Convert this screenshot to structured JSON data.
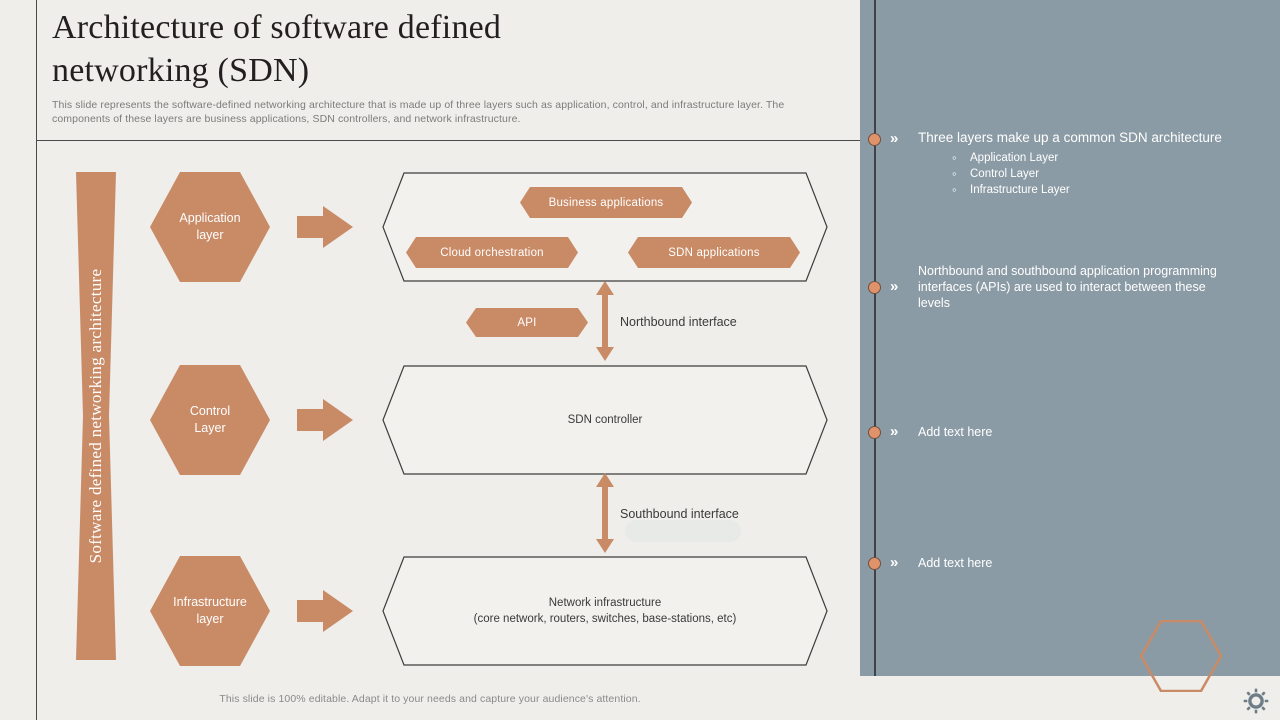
{
  "slide": {
    "title": "Architecture of software defined networking (SDN)",
    "subtitle": "This slide represents the software-defined networking architecture that is made up of three layers such as application, control, and infrastructure layer. The components of these layers are business applications, SDN controllers, and network infrastructure.",
    "footer": "This slide is 100% editable. Adapt it to your needs and capture your audience's attention."
  },
  "colors": {
    "accent": "#c98a66",
    "accent_light": "#e0926a",
    "panel": "#8b9ba5",
    "background": "#efeeea",
    "outline": "#4a4a4a",
    "text_dark": "#231f20"
  },
  "banner": {
    "label": "Software defined networking architecture"
  },
  "diagram": {
    "layers": [
      {
        "hex_label_line1": "Application",
        "hex_label_line2": "layer",
        "box_items": [
          {
            "label": "Business applications"
          },
          {
            "label": "Cloud orchestration"
          },
          {
            "label": "SDN applications"
          }
        ]
      },
      {
        "hex_label_line1": "Control",
        "hex_label_line2": "Layer",
        "box_title": "SDN controller",
        "box_subtitle": ""
      },
      {
        "hex_label_line1": "Infrastructure",
        "hex_label_line2": "layer",
        "box_title": "Network infrastructure",
        "box_subtitle": "(core network, routers, switches, base-stations, etc)"
      }
    ],
    "interfaces": [
      {
        "label": "Northbound interface",
        "pill": "API"
      },
      {
        "label": "Southbound interface",
        "pill": ""
      }
    ]
  },
  "panel": {
    "items": [
      {
        "text": "Three layers make up a common SDN architecture",
        "sub": [
          "Application Layer",
          "Control Layer",
          "Infrastructure  Layer"
        ],
        "chevron": "»"
      },
      {
        "text": "Northbound  and southbound  application programming  interfaces (APIs) are  used to interact between  these levels",
        "sub": [],
        "chevron": "»"
      },
      {
        "text": "Add text here",
        "sub": [],
        "chevron": "»"
      },
      {
        "text": "Add text here",
        "sub": [],
        "chevron": "»"
      }
    ]
  }
}
